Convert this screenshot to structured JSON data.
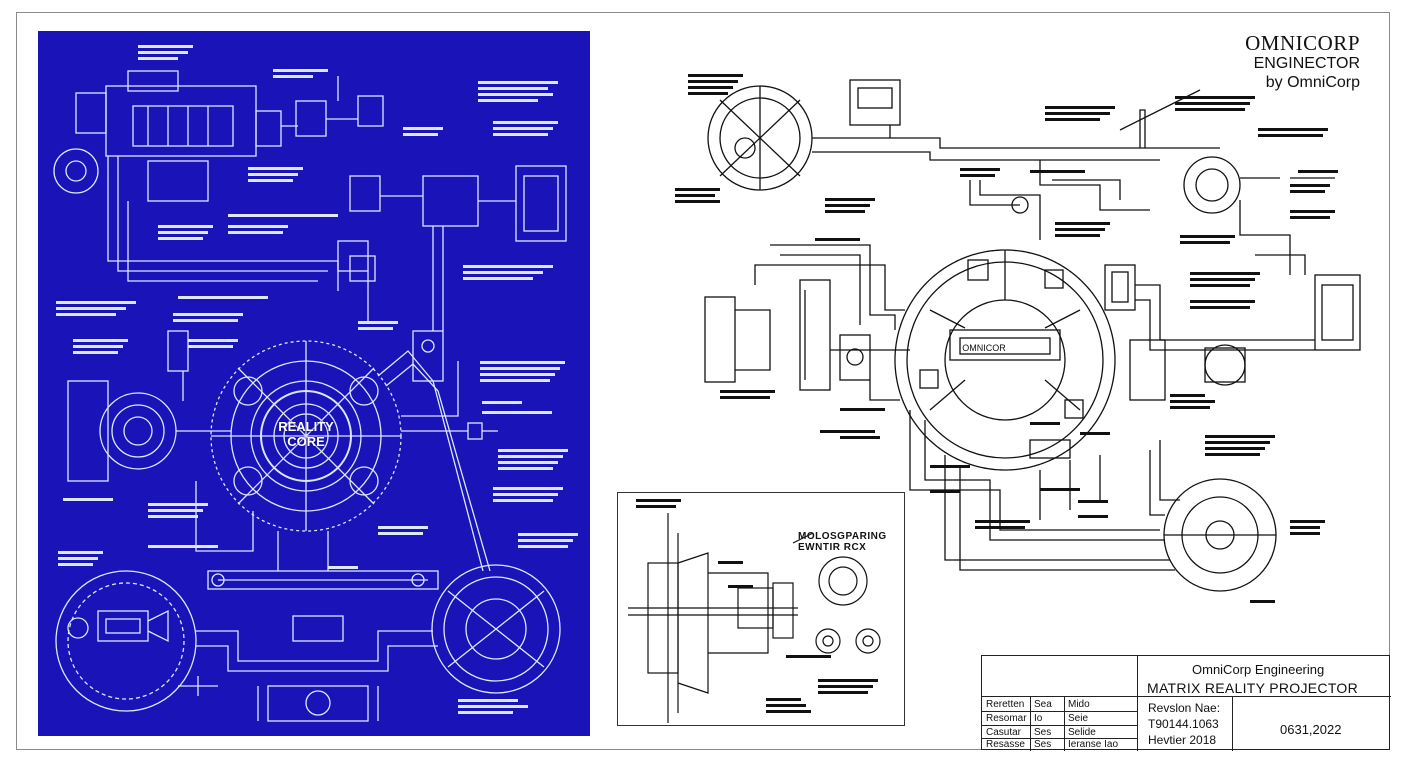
{
  "brand": {
    "name": "OMNICORP",
    "product": "ENGINECTOR",
    "byline": "by OmniCorp"
  },
  "blueprint": {
    "core_label_line1": "REALITY",
    "core_label_line2": "CORE",
    "colors": {
      "background": "#1a13b8",
      "ink": "#dfe6ff"
    }
  },
  "schematic": {
    "center_label": "OMNICOR"
  },
  "inset": {
    "title_line1": "MOLOSGPARING",
    "title_line2": "EWNTIR RCX"
  },
  "title_block": {
    "company": "OmniCorp Engineering",
    "project": "MATRIX REALITY PROJECTOR",
    "rows": [
      {
        "c1": "Reretten",
        "c2": "Sea",
        "c3": "Mido"
      },
      {
        "c1": "Resomar",
        "c2": "Io",
        "c3": "Seie"
      },
      {
        "c1": "Casutar",
        "c2": "Ses",
        "c3": "Selide"
      },
      {
        "c1": "Resasse",
        "c2": "Ses",
        "c3": "Ieranse Iao"
      }
    ],
    "revision_label": "Revslon Nae:",
    "revision_number": "T90144.1063",
    "revision_date": "Hevtier 2018",
    "date": "0631,2022"
  }
}
